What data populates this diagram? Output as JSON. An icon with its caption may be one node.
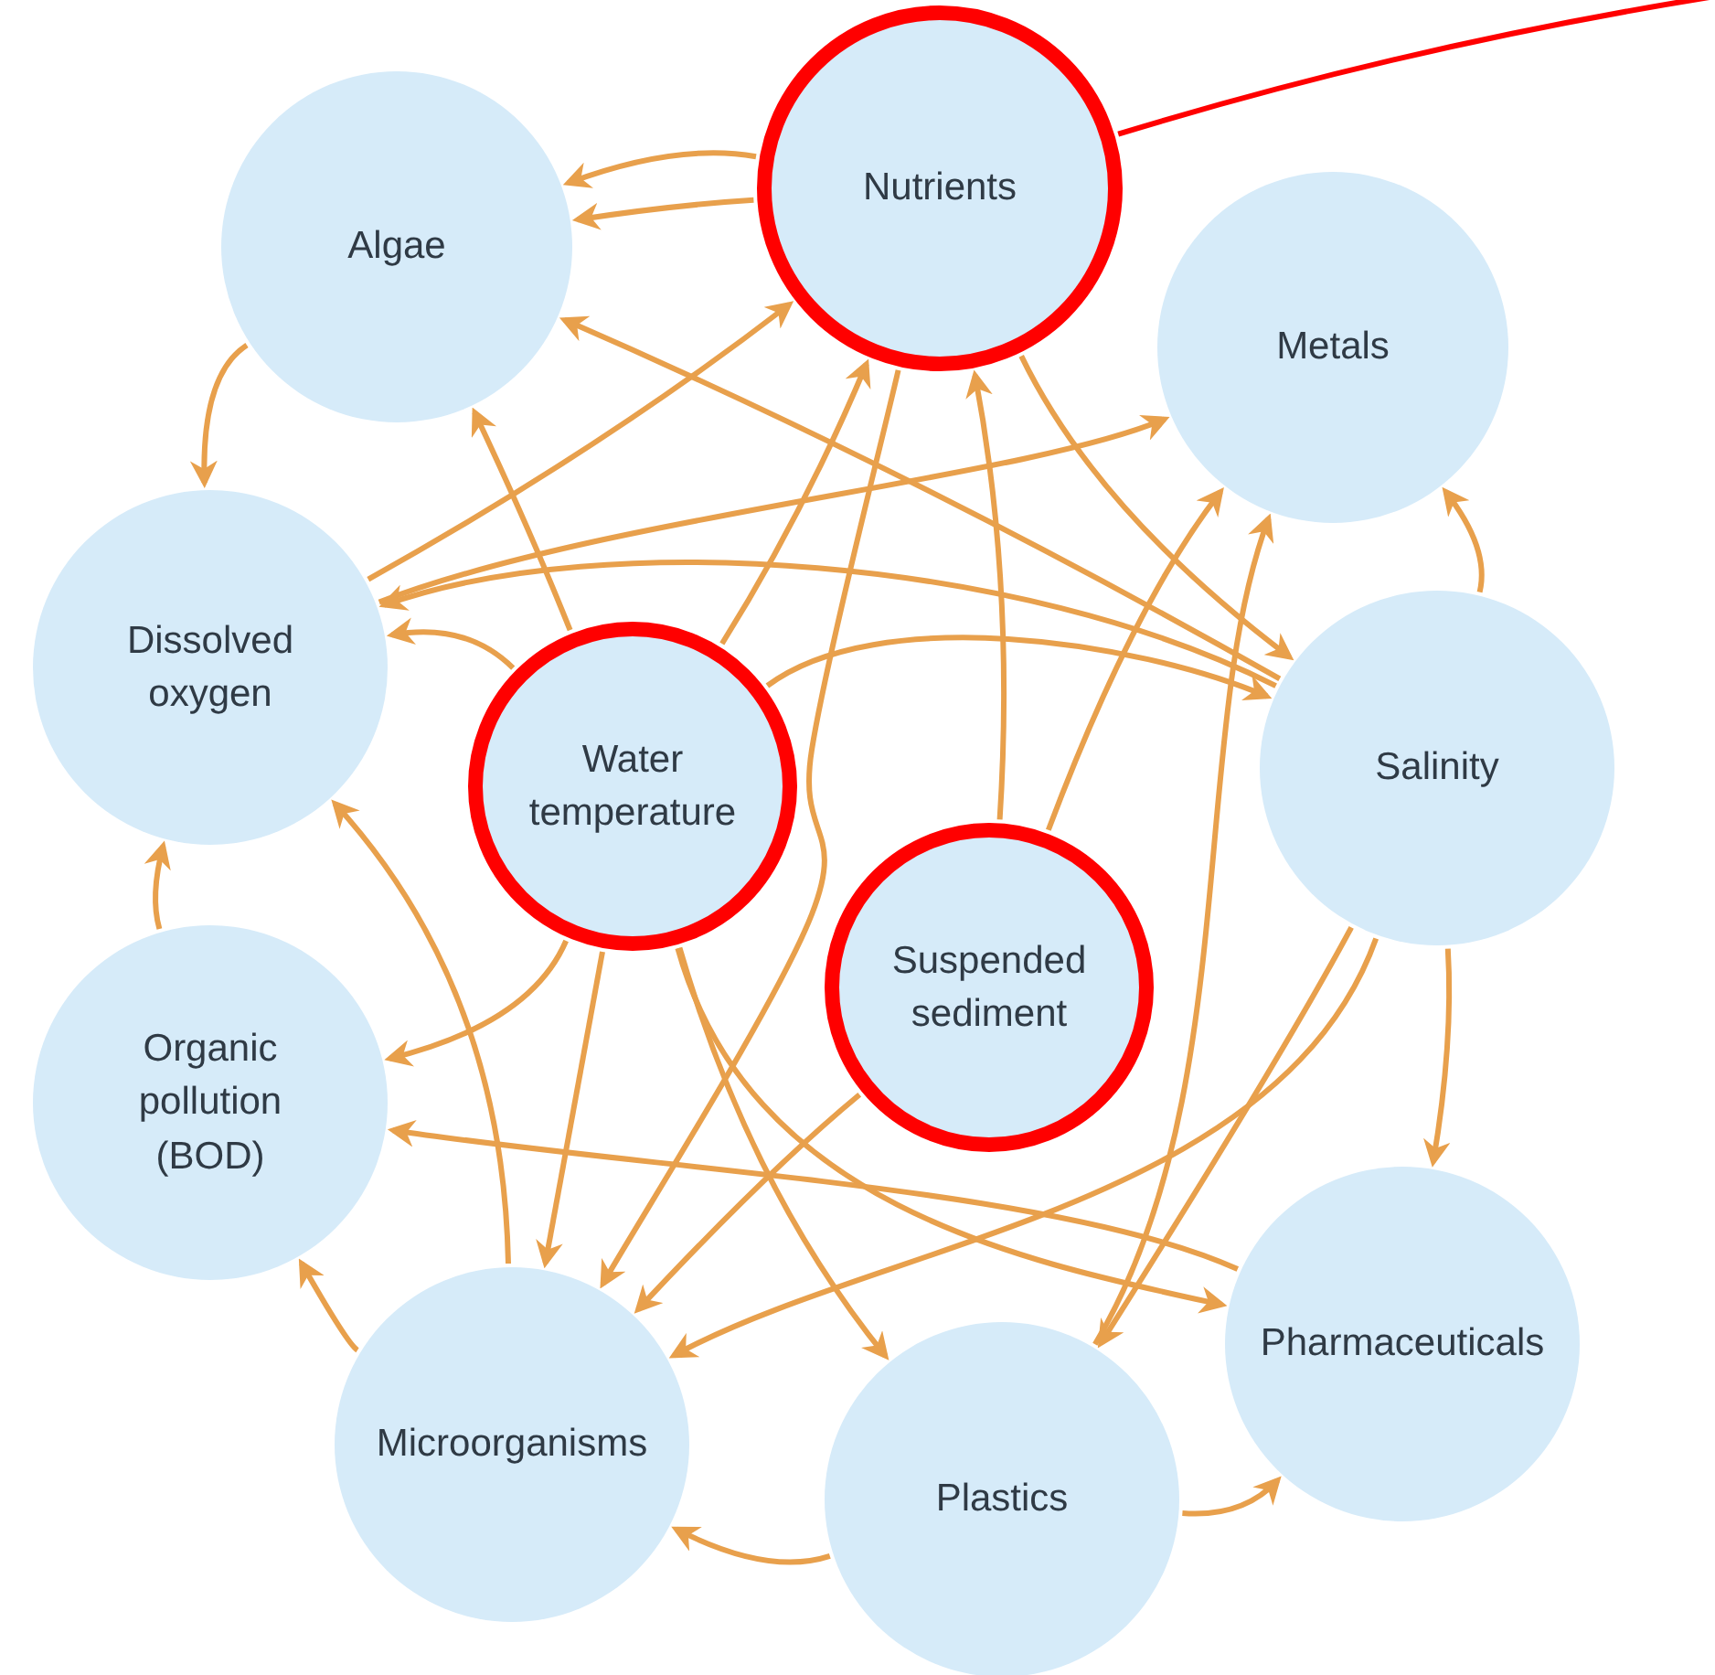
{
  "diagram": {
    "nodes": [
      {
        "text": [
          "Algae"
        ]
      },
      {
        "text": [
          "Nutrients"
        ]
      },
      {
        "text": [
          "Metals"
        ]
      },
      {
        "text": [
          "Dissolved oxygen"
        ]
      },
      {
        "text": [
          "Water temperature"
        ]
      },
      {
        "text": [
          "Salinity"
        ]
      },
      {
        "text": [
          "Suspended sediment"
        ]
      },
      {
        "text": [
          "Organic pollution (BOD)"
        ]
      },
      {
        "text": [
          "Pharmaceuticals"
        ]
      },
      {
        "text": [
          "Microorganisms"
        ]
      },
      {
        "text": [
          "Plastics"
        ]
      }
    ],
    "edges": [
      {
        "from": 1,
        "to": 0,
        "arrow": "to"
      },
      {
        "from": 1,
        "to": 0,
        "arrow": "to"
      },
      {
        "from": 0,
        "to": 3,
        "arrow": "to"
      },
      {
        "from": 3,
        "to": 1,
        "arrow": "to"
      },
      {
        "from": 3,
        "to": 2,
        "arrow": "to"
      },
      {
        "from": 5,
        "to": 0,
        "arrow": "to"
      },
      {
        "from": 5,
        "to": 3,
        "arrow": "to"
      },
      {
        "from": 4,
        "to": 3,
        "arrow": "to"
      },
      {
        "from": 4,
        "to": 0,
        "arrow": "to"
      },
      {
        "from": 4,
        "to": 1,
        "arrow": "to"
      },
      {
        "from": 4,
        "to": 5,
        "arrow": "to"
      },
      {
        "from": 1,
        "to": 5,
        "arrow": "to"
      },
      {
        "from": 1,
        "to": 9,
        "arrow": "to"
      },
      {
        "from": 6,
        "to": 1,
        "arrow": "to"
      },
      {
        "from": 6,
        "to": 2,
        "arrow": "to"
      },
      {
        "from": 10,
        "to": 2,
        "arrow": "to"
      },
      {
        "from": 5,
        "to": 2,
        "arrow": "to"
      },
      {
        "from": 5,
        "to": 8,
        "arrow": "to"
      },
      {
        "from": 5,
        "to": 10,
        "arrow": "to"
      },
      {
        "from": 5,
        "to": 9,
        "arrow": "to"
      },
      {
        "from": 4,
        "to": 7,
        "arrow": "to"
      },
      {
        "from": 4,
        "to": 9,
        "arrow": "to"
      },
      {
        "from": 4,
        "to": 10,
        "arrow": "to"
      },
      {
        "from": 4,
        "to": 8,
        "arrow": "to"
      },
      {
        "from": 8,
        "to": 7,
        "arrow": "to"
      },
      {
        "from": 6,
        "to": 9,
        "arrow": "to"
      },
      {
        "from": 9,
        "to": 3,
        "arrow": "to"
      },
      {
        "from": 9,
        "to": 7,
        "arrow": "to"
      },
      {
        "from": 7,
        "to": 3,
        "arrow": "to"
      },
      {
        "from": 10,
        "to": 9,
        "arrow": "to"
      },
      {
        "from": 10,
        "to": 8,
        "arrow": "to"
      },
      {
        "from": 1,
        "to": null,
        "arrow": "none",
        "color": "#ff0000"
      }
    ]
  }
}
